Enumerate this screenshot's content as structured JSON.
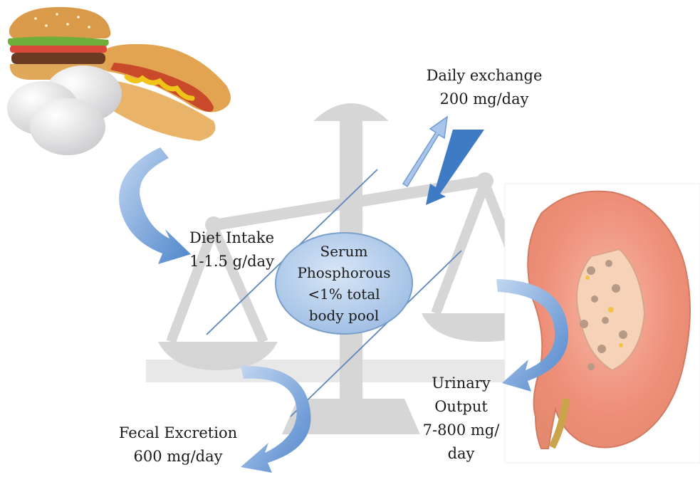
{
  "diet_intake": {
    "line1": "Diet Intake",
    "line2": "1-1.5 g/day"
  },
  "daily_exchange": {
    "line1": "Daily exchange",
    "line2": "200 mg/day"
  },
  "serum": {
    "line1": "Serum",
    "line2": "Phosphorous",
    "line3": "<1% total",
    "line4": "body pool"
  },
  "urinary": {
    "line1": "Urinary",
    "line2": "Output",
    "line3": "7-800 mg/",
    "line4": "day"
  },
  "fecal": {
    "line1": "Fecal Excretion",
    "line2": "600 mg/day"
  },
  "colors": {
    "arrow_blue": "#5b8fcf",
    "arrow_light": "#a9c6ea",
    "scale_gray": "#d4d4d4",
    "ellipse_fill": "#bcd3ee"
  },
  "icons": [
    "food-image",
    "balance-scale-icon",
    "kidney-image"
  ]
}
